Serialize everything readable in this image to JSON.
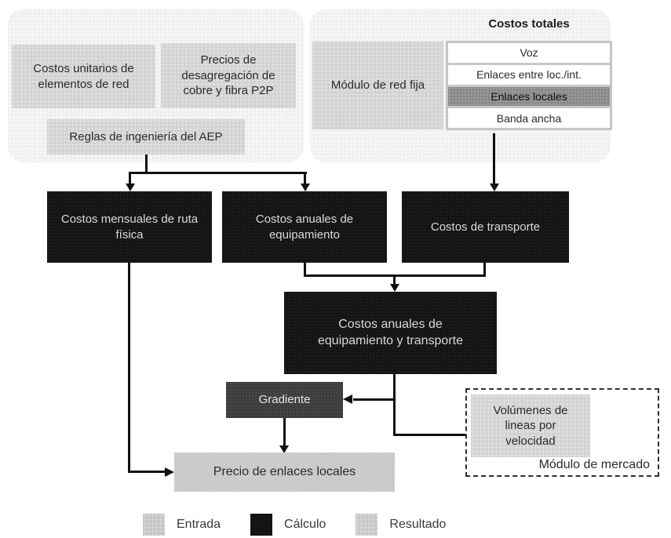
{
  "left_group": {
    "unit_costs": "Costos unitarios de elementos de red",
    "unbundling_prices": "Precios de desagregación de cobre y fibra P2P",
    "engineering_rules": "Reglas de ingeniería del AEP"
  },
  "right_group": {
    "header": "Costos totales",
    "module": "Módulo de red fija",
    "items": [
      {
        "label": "Voz",
        "highlighted": false
      },
      {
        "label": "Enlaces entre loc./int.",
        "highlighted": false
      },
      {
        "label": "Enlaces locales",
        "highlighted": true
      },
      {
        "label": "Banda ancha",
        "highlighted": false
      }
    ]
  },
  "calculations": {
    "monthly_physical_route": "Costos mensuales de ruta física",
    "annual_equipment": "Costos anuales de equipamiento",
    "transport": "Costos de transporte",
    "annual_equipment_transport": "Costos anuales de equipamiento y transporte",
    "gradient": "Gradiente"
  },
  "result": {
    "local_links_price": "Precio de enlaces locales"
  },
  "market_module": {
    "volumes": "Volúmenes de lineas por velocidad",
    "label": "Módulo de mercado"
  },
  "legend": {
    "entries": [
      {
        "label": "Entrada",
        "color": "#c7c7c7"
      },
      {
        "label": "Cálculo",
        "color": "#141414"
      },
      {
        "label": "Resultado",
        "color": "#c9c9c9"
      }
    ]
  },
  "colors": {
    "input_box": "#d3d3d3",
    "calc_box": "#141414",
    "gradient_box": "#3d3d3d",
    "highlighted_row": "#8a8a8a",
    "result_box": "#c9c9c9",
    "connector": "#111111"
  }
}
